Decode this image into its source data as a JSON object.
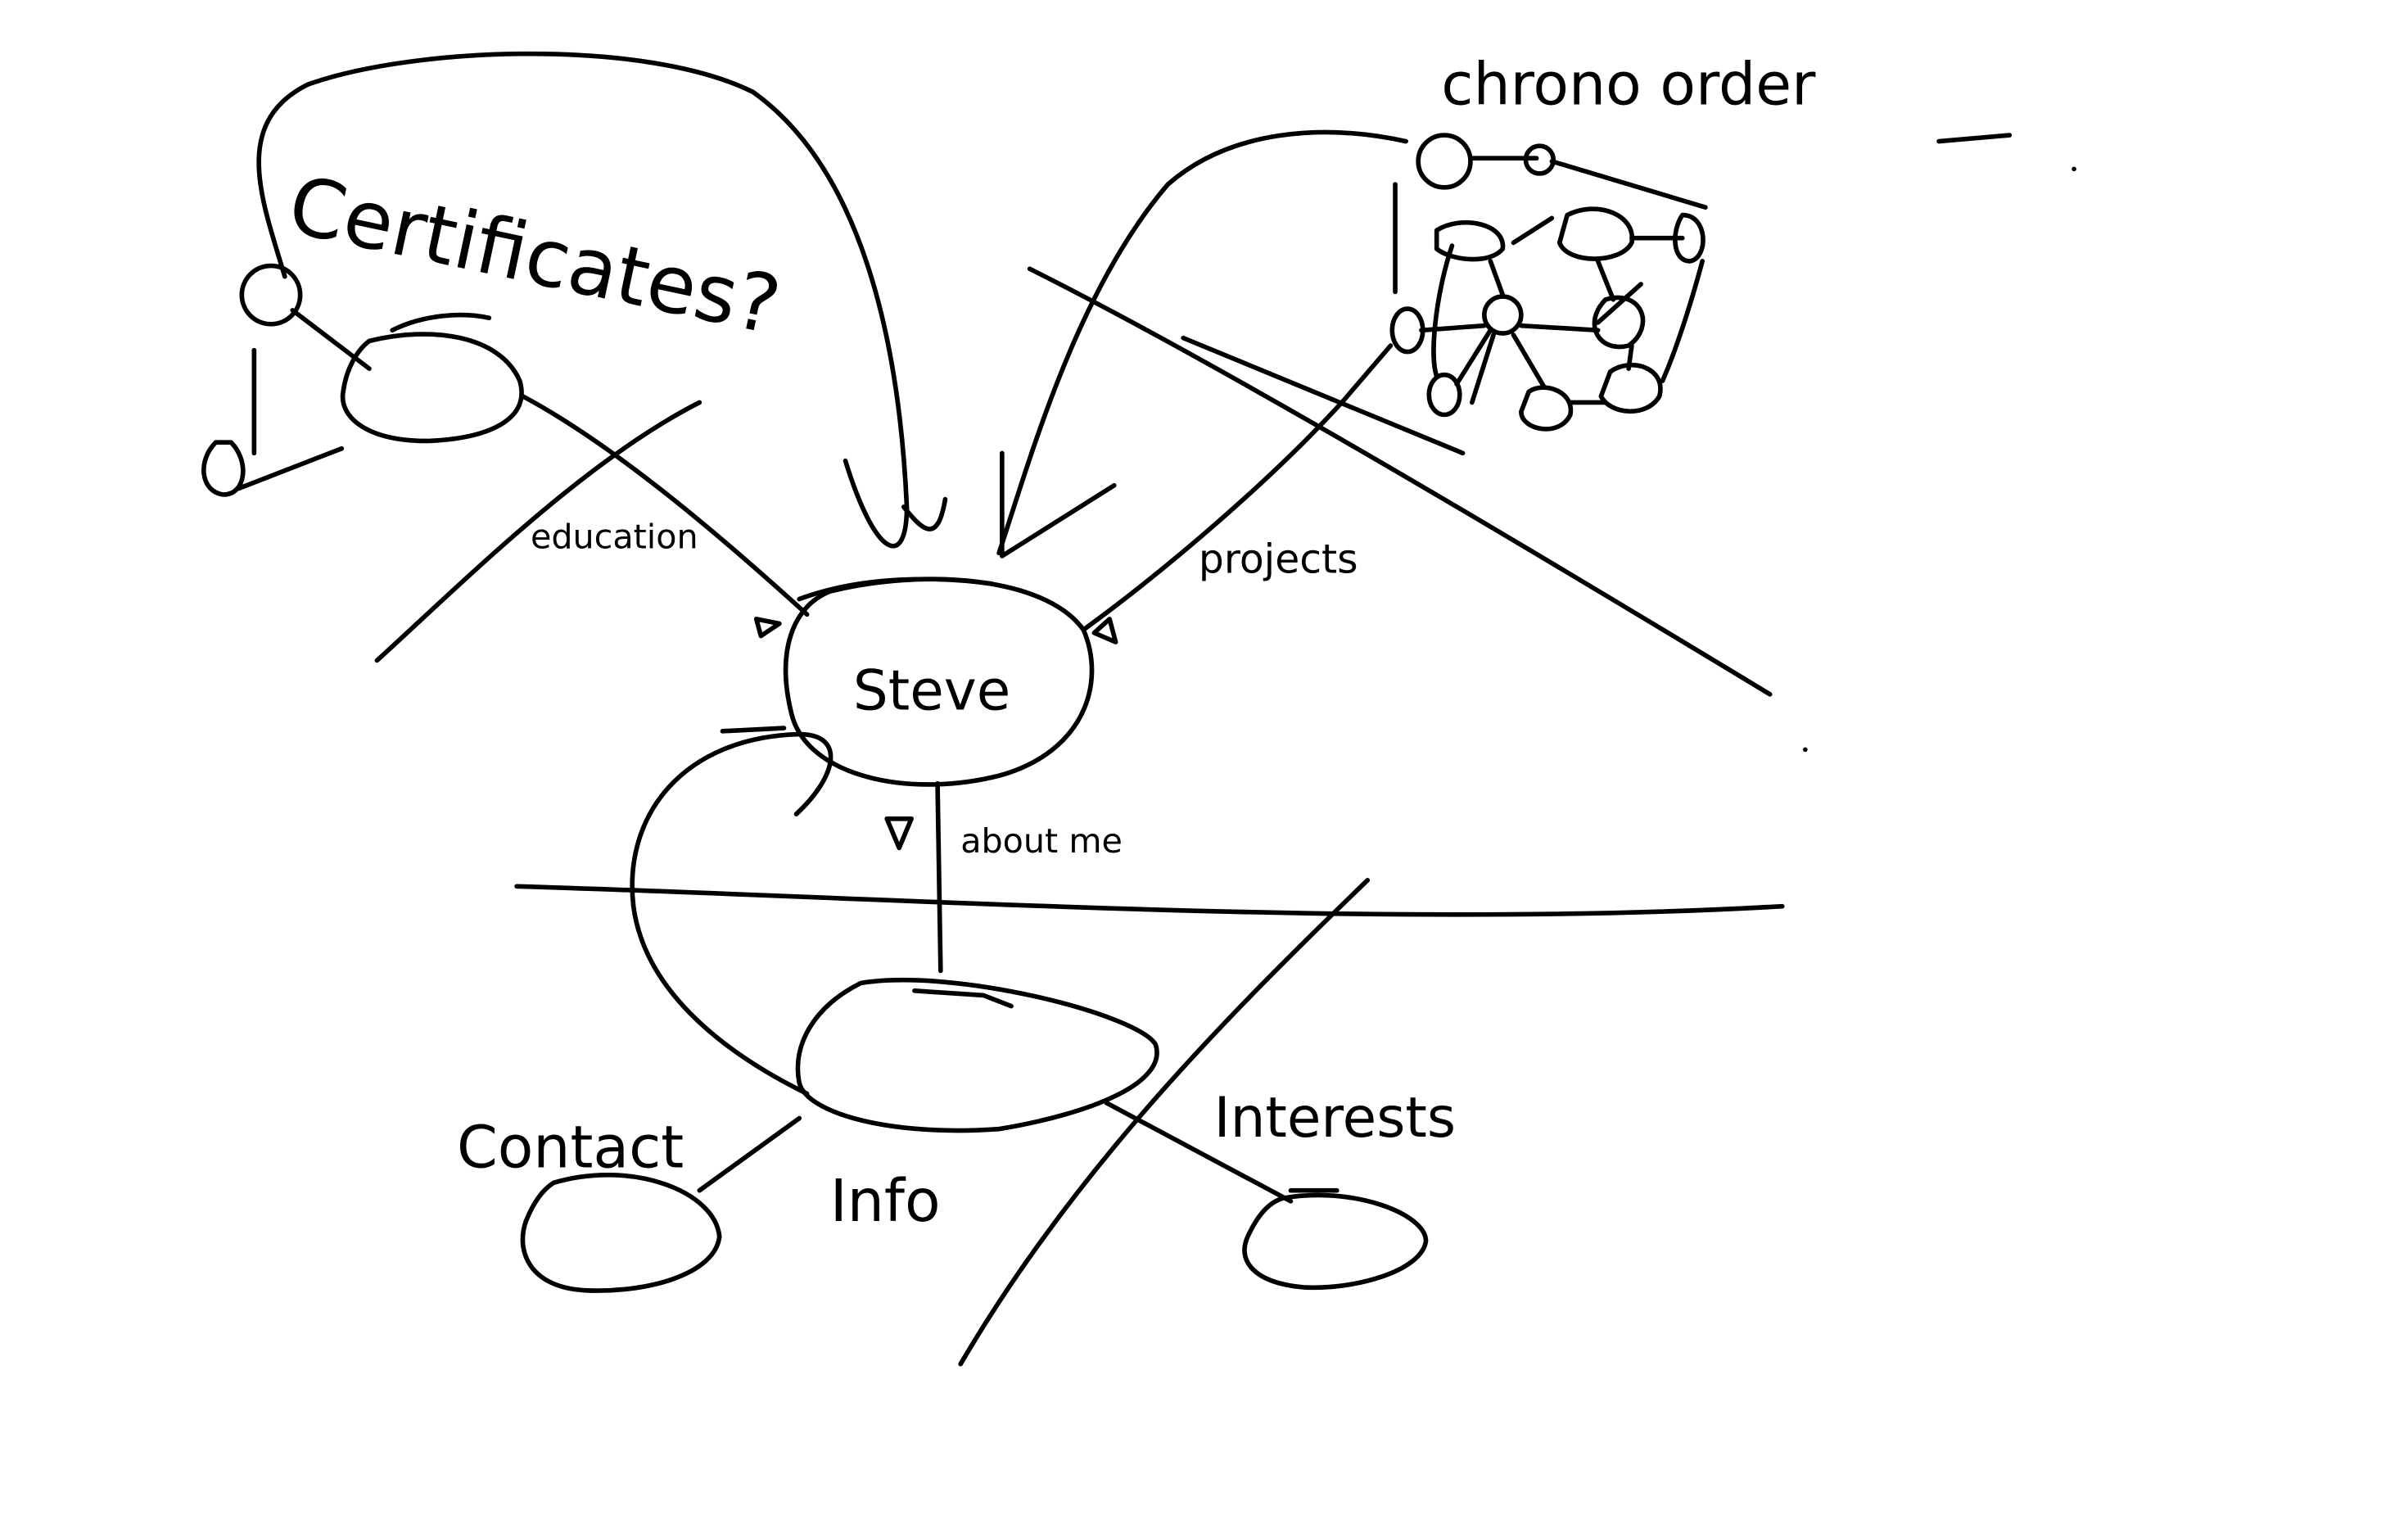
{
  "sketch": {
    "labels": {
      "certificates": "Certificates?",
      "chrono_order": "chrono order",
      "education": "education",
      "projects": "projects",
      "center": "Steve",
      "about_me": "about me",
      "contact": "Contact",
      "info": "Info",
      "interests": "Interests"
    },
    "ink_color": "#000000",
    "background_color": "#ffffff"
  }
}
